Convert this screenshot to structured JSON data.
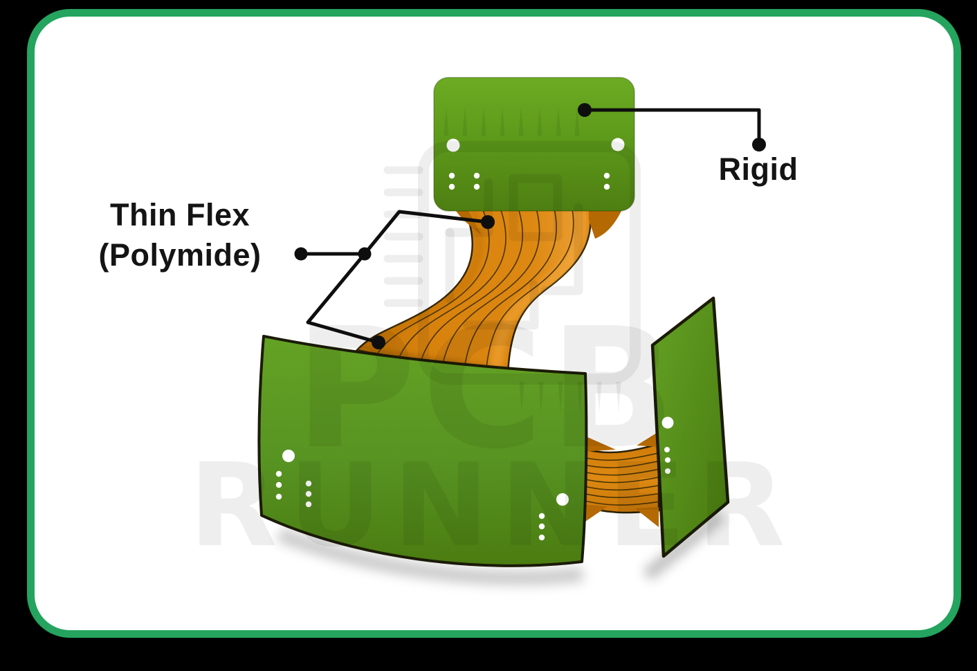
{
  "page": {
    "background": "#000000"
  },
  "card": {
    "background": "#ffffff",
    "border_color": "#24a45e"
  },
  "labels": {
    "thin_flex": {
      "line1": "Thin Flex",
      "line2": "(Polymide)"
    },
    "rigid": "Rigid"
  },
  "watermark": {
    "line1": "PCB",
    "line2": "RUNNER",
    "icon": "chip-icon",
    "color": "rgba(0,0,0,0.066)"
  },
  "diagram": {
    "type": "rigid-flex-pcb-illustration",
    "colors": {
      "board_green_light": "#66a326",
      "board_green_dark": "#4b7c11",
      "flex_orange": "#d8820e",
      "flex_orange_shadow": "#b46903",
      "flex_line": "#4a3404",
      "outline": "#1b1b07",
      "callout": "#0e0e0e",
      "hole": "#ffffff"
    },
    "parts": [
      {
        "name": "rigid-board-top"
      },
      {
        "name": "thin-flex-s-ribbon"
      },
      {
        "name": "rigid-board-front"
      },
      {
        "name": "rigid-board-right"
      },
      {
        "name": "flex-ribbon-right"
      }
    ]
  }
}
